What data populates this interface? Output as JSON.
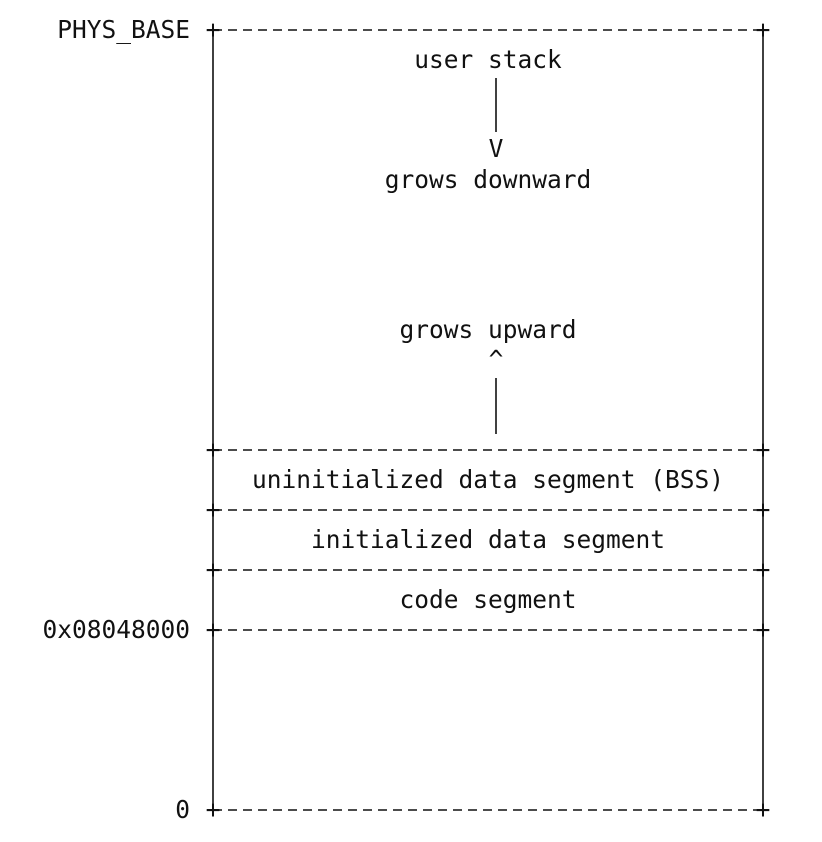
{
  "addresses": {
    "phys_base": "PHYS_BASE",
    "code_start": "0x08048000",
    "zero": "0"
  },
  "stack": {
    "label": "user stack",
    "down_arrow_head": "V",
    "down_text": "grows downward",
    "up_text": "grows upward",
    "up_arrow_head": "^"
  },
  "segments": {
    "bss": "uninitialized data segment (BSS)",
    "data": "initialized data segment",
    "code": "code segment"
  },
  "corner_glyph": "+"
}
